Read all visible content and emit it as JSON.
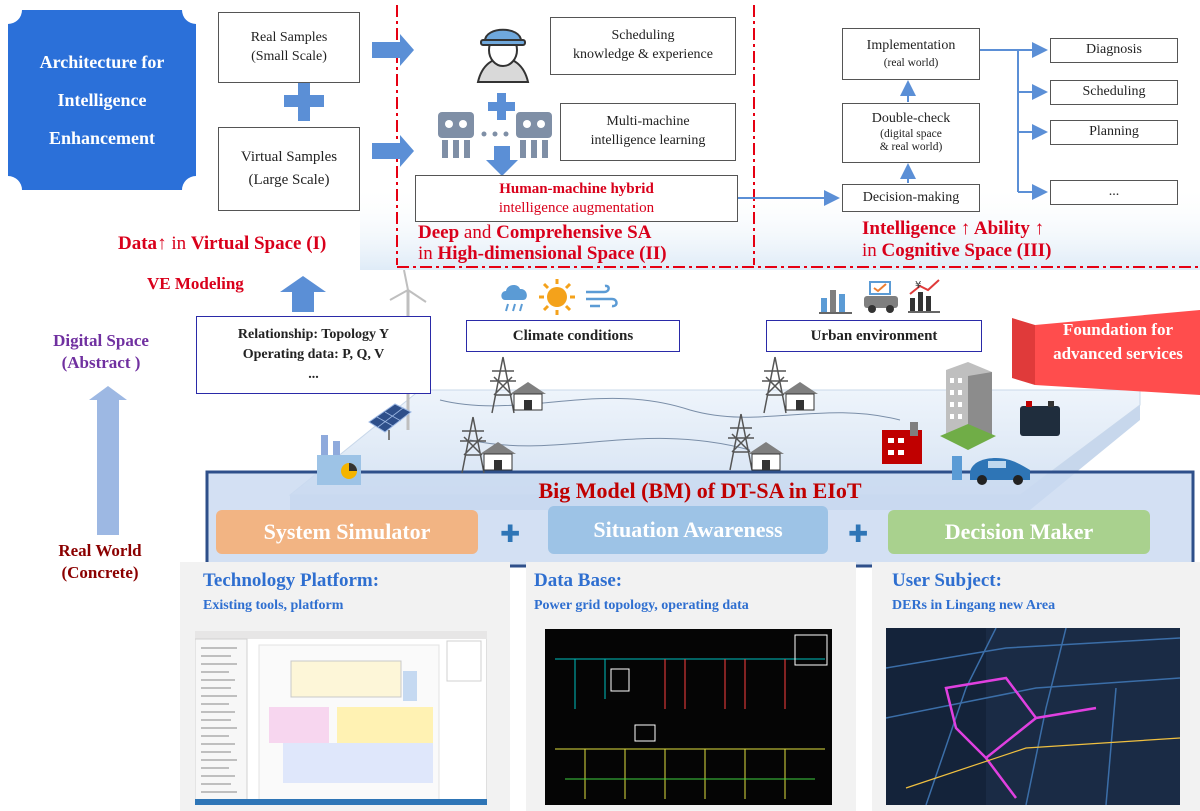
{
  "architecture": {
    "line1": "Architecture for",
    "line2": "Intelligence",
    "line3": "Enhancement"
  },
  "real_samples": {
    "line1": "Real Samples",
    "line2": "(Small Scale)"
  },
  "virtual_samples": {
    "line1": "Virtual Samples",
    "line2": "(Large Scale)"
  },
  "scheduling_knowledge": {
    "line1": "Scheduling",
    "line2": "knowledge  &  experience"
  },
  "multi_machine": {
    "line1": "Multi-machine",
    "line2": "intelligence  learning"
  },
  "hybrid": {
    "line1": "Human-machine hybrid",
    "line2": "intelligence augmentation"
  },
  "deep_label": {
    "a": "Deep",
    "b": " and ",
    "c": "Comprehensive SA",
    "d": "in ",
    "e": "High-dimensional Space (II)"
  },
  "data_label": {
    "a": "Data",
    "arrow": "↑",
    "b": " in ",
    "c": "Virtual Space (I)"
  },
  "intelligence_label": {
    "a": "Intelligence ",
    "arrow1": "↑",
    "b": " Ability ",
    "arrow2": "↑",
    "c": "in ",
    "d": "Cognitive Space (III)"
  },
  "implementation": {
    "line1": "Implementation",
    "line2": "(real world)"
  },
  "double_check": {
    "line1": "Double-check",
    "line2": "(digital space",
    "line3": "& real world)"
  },
  "decision_making": "Decision-making",
  "outputs": [
    "Diagnosis",
    "Scheduling",
    "Planning",
    "..."
  ],
  "ve_modeling": "VE Modeling",
  "relationship": {
    "line1": "Relationship:  Topology Y",
    "line2": "Operating data: P, Q, V",
    "line3": "..."
  },
  "climate": "Climate  conditions",
  "urban": "Urban  environment",
  "foundation": {
    "line1": "Foundation for",
    "line2": "advanced services"
  },
  "digital_space": {
    "line1": "Digital Space",
    "line2": "(Abstract )"
  },
  "real_world": {
    "line1": "Real World",
    "line2": "(Concrete)"
  },
  "big_model": "Big Model (BM) of DT-SA in EIoT",
  "modules": [
    "System Simulator",
    "Situation Awareness",
    "Decision Maker"
  ],
  "plus": "✚",
  "panels": [
    {
      "title": "Technology Platform:",
      "subtitle": "Existing  tools,  platform"
    },
    {
      "title": "Data Base:",
      "subtitle": "Power grid topology, operating data"
    },
    {
      "title": "User Subject:",
      "subtitle": "DERs in Lingang new Area"
    }
  ],
  "icons": [
    "worker-helmet-icon",
    "robot-icon",
    "rain-icon",
    "sun-icon",
    "wind-icon",
    "chart-icon",
    "car-icon",
    "finance-icon",
    "power-tower-icon",
    "house-icon",
    "solar-panel-icon",
    "wind-turbine-icon",
    "factory-icon",
    "building-icon",
    "battery-icon",
    "ev-car-icon"
  ],
  "colors": {
    "arch_blue": "#2b70d9",
    "arrow_blue": "#5b8fd6",
    "red": "#d9001b",
    "purple": "#7030a0",
    "dark_red": "#8b0000",
    "sim_orange": "#f2b483",
    "sa_blue": "#9dc3e6",
    "dm_green": "#a9d18e",
    "bm_border": "#2e4f8a",
    "panel_title": "#2f6fd0"
  }
}
